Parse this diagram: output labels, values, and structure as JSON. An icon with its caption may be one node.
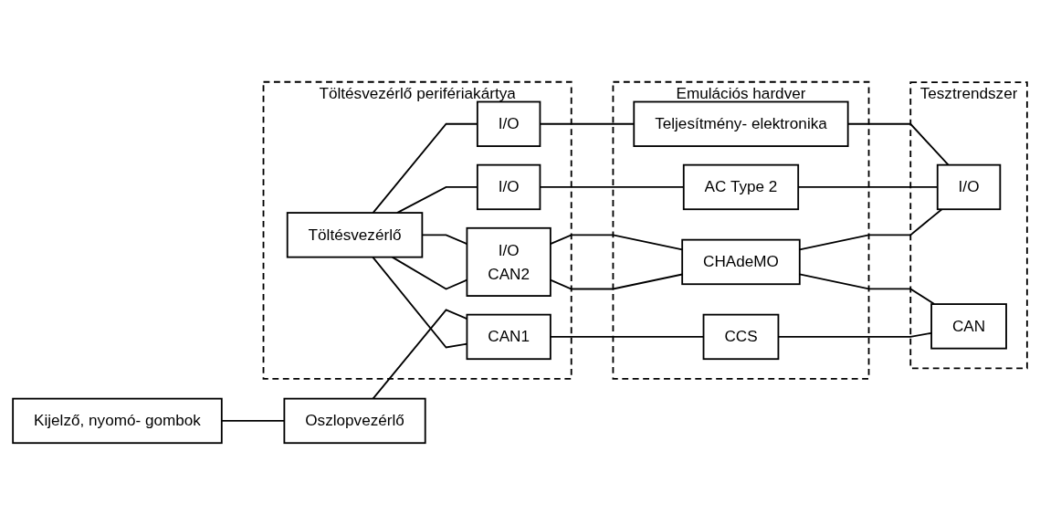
{
  "diagram": {
    "nodes": [
      {
        "text": [
          "Kijelző, nyomó- gombok"
        ]
      },
      {
        "text": [
          "Oszlopvezérlő"
        ]
      },
      {
        "text": [
          "Töltésvezérlő perifériakártya"
        ]
      },
      {
        "text": [
          "Töltésvezérlő"
        ],
        "in": 2
      },
      {
        "text": [
          "I/O"
        ],
        "in": 2
      },
      {
        "text": [
          "I/O"
        ],
        "in": 2
      },
      {
        "text": [
          "I/O",
          "CAN2"
        ],
        "in": 2
      },
      {
        "text": [
          "CAN1"
        ],
        "in": 2
      },
      {
        "text": [
          "Emulációs hardver"
        ]
      },
      {
        "text": [
          "Teljesítmény- elektronika"
        ],
        "in": 8
      },
      {
        "text": [
          "AC Type 2"
        ],
        "in": 8
      },
      {
        "text": [
          "CHAdeMO"
        ],
        "in": 8
      },
      {
        "text": [
          "CCS"
        ],
        "in": 8
      },
      {
        "text": [
          "Tesztrendszer"
        ]
      },
      {
        "text": [
          "I/O"
        ],
        "in": 13
      },
      {
        "text": [
          "CAN"
        ],
        "in": 13
      }
    ],
    "edges": [
      {
        "from": 0,
        "to": 1,
        "arrow": "none"
      },
      {
        "from": 1,
        "to": 7,
        "arrow": "none"
      },
      {
        "from": 3,
        "to": 7,
        "arrow": "none"
      },
      {
        "from": 3,
        "to": 4,
        "arrow": "none"
      },
      {
        "from": 3,
        "to": 5,
        "arrow": "none"
      },
      {
        "from": 3,
        "to": 6,
        "arrow": "none"
      },
      {
        "from": 3,
        "to": 6,
        "arrow": "none"
      },
      {
        "from": 4,
        "to": 9,
        "arrow": "none"
      },
      {
        "from": 5,
        "to": 10,
        "arrow": "none"
      },
      {
        "from": 6,
        "to": 11,
        "arrow": "none"
      },
      {
        "from": 6,
        "to": 11,
        "arrow": "none"
      },
      {
        "from": 7,
        "to": 12,
        "arrow": "none"
      },
      {
        "from": 9,
        "to": 14,
        "arrow": "none"
      },
      {
        "from": 10,
        "to": 14,
        "arrow": "none"
      },
      {
        "from": 11,
        "to": 14,
        "arrow": "none"
      },
      {
        "from": 11,
        "to": 15,
        "arrow": "none"
      },
      {
        "from": 12,
        "to": 15,
        "arrow": "none"
      }
    ]
  }
}
